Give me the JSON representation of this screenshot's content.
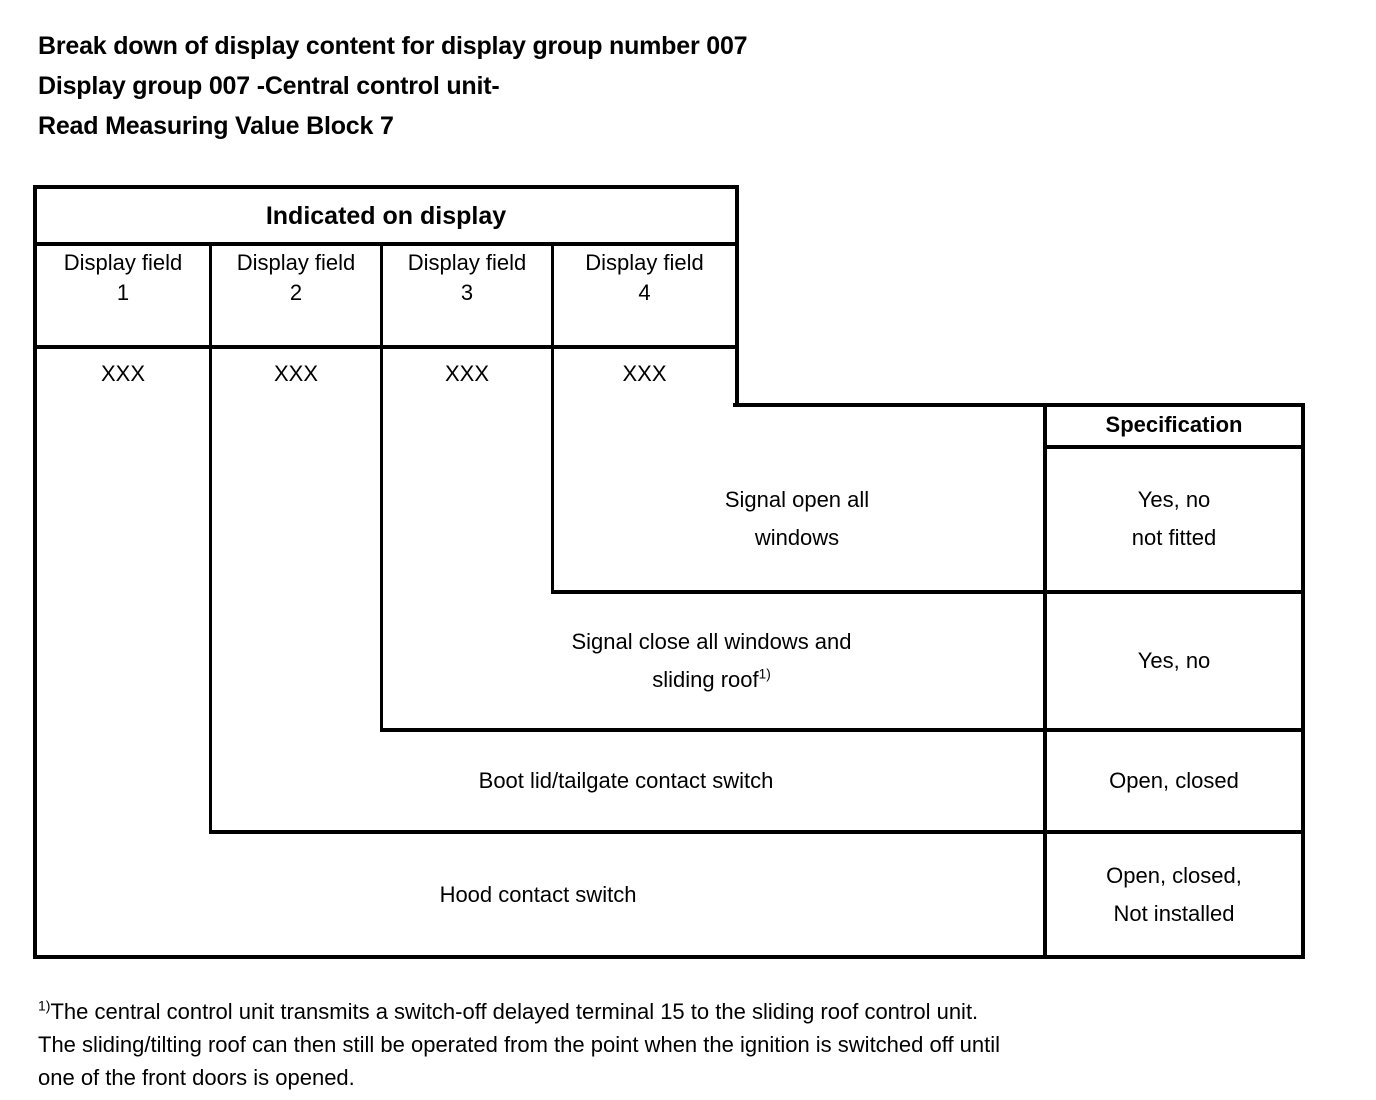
{
  "document": {
    "headings": [
      "Break down of display content for display group number 007",
      "Display group 007 -Central control unit-",
      "Read Measuring Value Block 7"
    ]
  },
  "table": {
    "group_header": "Indicated on display",
    "spec_header": "Specification",
    "column_headers": [
      {
        "label": "Display field",
        "number": "1"
      },
      {
        "label": "Display field",
        "number": "2"
      },
      {
        "label": "Display field",
        "number": "3"
      },
      {
        "label": "Display field",
        "number": "4"
      }
    ],
    "value_row": [
      "XXX",
      "XXX",
      "XXX",
      "XXX"
    ],
    "rows": [
      {
        "description_line1": "Signal open all",
        "description_line2": "windows",
        "footnote_marker": "",
        "specification_line1": "Yes, no",
        "specification_line2": "not fitted"
      },
      {
        "description_line1": "Signal close all windows and",
        "description_line2": "sliding roof",
        "footnote_marker": "1)",
        "specification_line1": "Yes, no",
        "specification_line2": ""
      },
      {
        "description_line1": "Boot lid/tailgate contact switch",
        "description_line2": "",
        "footnote_marker": "",
        "specification_line1": "Open, closed",
        "specification_line2": ""
      },
      {
        "description_line1": "Hood contact switch",
        "description_line2": "",
        "footnote_marker": "",
        "specification_line1": "Open, closed,",
        "specification_line2": "Not installed"
      }
    ]
  },
  "footnote": {
    "marker": "1)",
    "lines": [
      "The central control unit transmits a switch-off delayed terminal 15 to the sliding roof control unit.",
      "The sliding/tilting roof can then still be operated from the point when the ignition is switched off until",
      "one of the front doors is opened."
    ]
  }
}
